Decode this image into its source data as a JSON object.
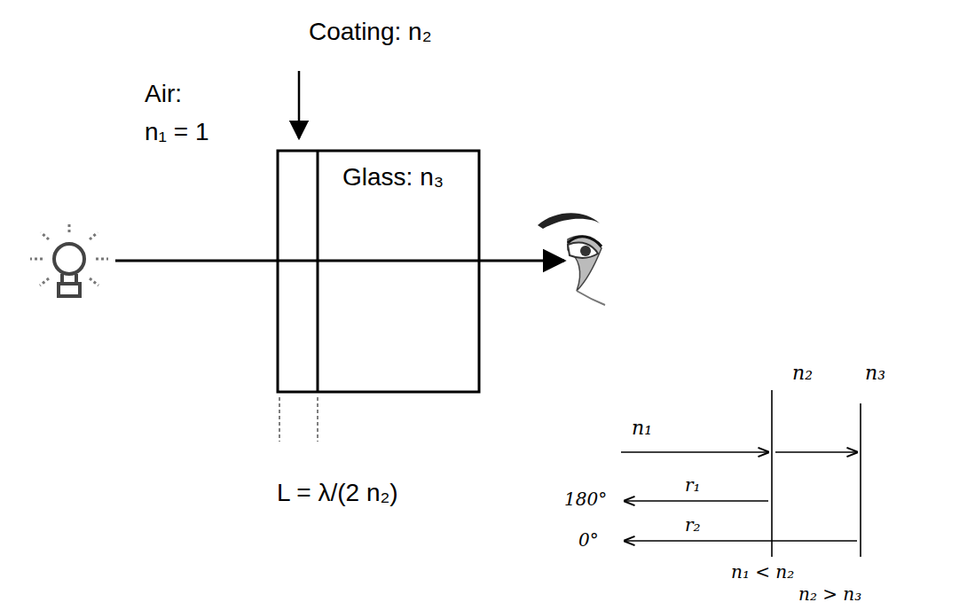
{
  "diagram": {
    "nodes": [
      {
        "text": [
          "Glass: n₃"
        ]
      }
    ],
    "labels": [
      "Coating: n₂",
      "Air:",
      "n₁ = 1",
      "L = λ/(2 n₂)",
      "n₁",
      "n₂",
      "n₃",
      "180°",
      "r₁",
      "0°",
      "r₂",
      "n₁ < n₂",
      "n₂ > n₃"
    ]
  }
}
